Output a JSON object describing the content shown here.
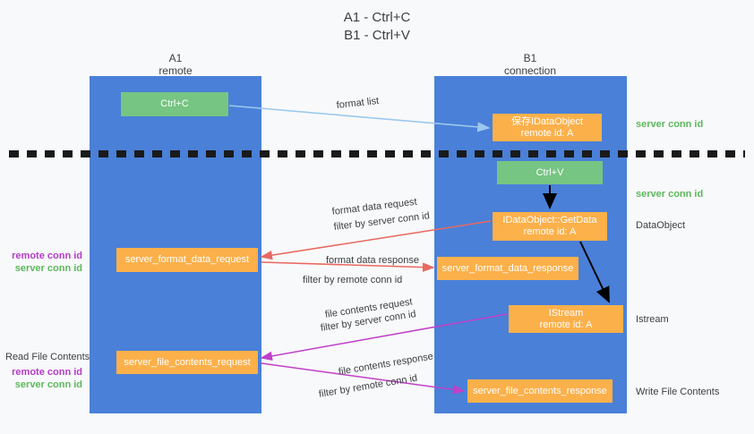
{
  "title": {
    "line1": "A1 - Ctrl+C",
    "line2": "B1 - Ctrl+V"
  },
  "columns": [
    {
      "name": "A1",
      "sub": "remote"
    },
    {
      "name": "B1",
      "sub": "connection"
    }
  ],
  "boxes": {
    "ctrl_c": "Ctrl+C",
    "save_idataobject_l1": "保存IDataObject",
    "save_idataobject_l2": "remote id: A",
    "ctrl_v": "Ctrl+V",
    "getdata_l1": "IDataObject::GetData",
    "getdata_l2": "remote id: A",
    "server_format_data_request": "server_format_data_request",
    "server_format_data_response": "server_format_data_response",
    "istream_l1": "IStream",
    "istream_l2": "remote id: A",
    "server_file_contents_request": "server_file_contents_request",
    "server_file_contents_response": "server_file_contents_response"
  },
  "arrow_labels": {
    "format_list": "format list",
    "format_data_request": "format data request",
    "format_data_request_filter_prefix": "filter by ",
    "format_data_request_filter_value": "server conn id",
    "format_data_response": "format data response",
    "format_data_response_filter_prefix": "filter by ",
    "format_data_response_filter_value": "remote conn id",
    "file_contents_request": "file contents request",
    "file_contents_request_filter_prefix": "filter by ",
    "file_contents_request_filter_value": "server conn id",
    "file_contents_response": "file contents response",
    "file_contents_response_filter_prefix": "filter by ",
    "file_contents_response_filter_value": "remote conn id"
  },
  "right_labels": {
    "server_conn_id_top": "server conn id",
    "server_conn_id_mid": "server conn id",
    "dataobject": "DataObject",
    "istream": "Istream",
    "write_file_contents": "Write File Contents"
  },
  "left_labels": {
    "group1_remote": "remote conn id",
    "group1_server": "server conn id",
    "read_file_contents": "Read File Contents",
    "group2_remote": "remote conn id",
    "group2_server": "server conn id"
  },
  "colors": {
    "lane": "#4a80d8",
    "green_box": "#77c582",
    "orange_box": "#fbb04a",
    "green_text": "#5cb85c",
    "purple_text": "#b43cc8",
    "blue_arrow": "#9cc8ee",
    "red_arrow": "#e8695f",
    "magenta_arrow": "#c040c8",
    "black_arrow": "#000000",
    "background": "#f8f9fa"
  }
}
